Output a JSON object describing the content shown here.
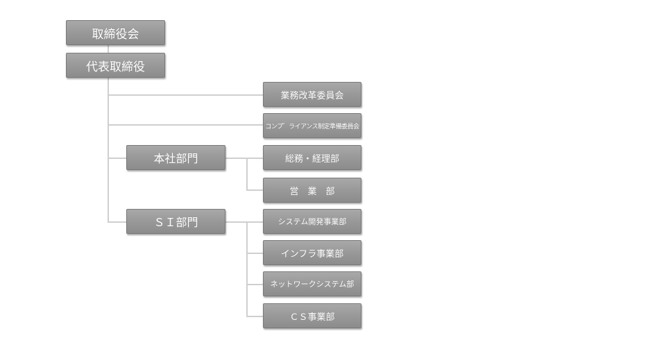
{
  "chart": {
    "board": "取締役会",
    "ceo": "代表取締役",
    "committees": [
      "業務改革委員会",
      "コンプ゛ライアンス制定準備委員会"
    ],
    "divisions": [
      {
        "name": "本社部門",
        "departments": [
          "総務・経理部",
          "営　業　部"
        ]
      },
      {
        "name": "ＳＩ部門",
        "departments": [
          "システム開発事業部",
          "インフラ事業部",
          "ネットワークシステム部",
          "ＣＳ事業部"
        ]
      }
    ]
  },
  "colors": {
    "box_fill": "#9a9a9a",
    "box_text": "#ffffff",
    "connector": "#cfcfcf"
  }
}
